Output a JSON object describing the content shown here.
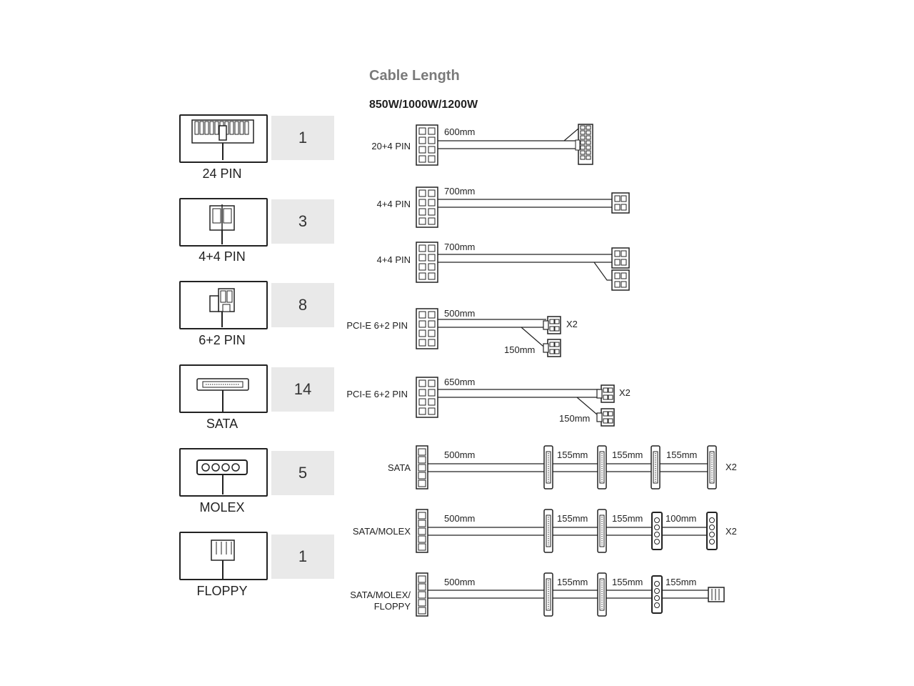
{
  "header": {
    "title": "Cable Length",
    "subtitle": "850W/1000W/1200W"
  },
  "connectors": [
    {
      "name": "24 PIN",
      "count": "1",
      "icon": "atx-24pin-icon"
    },
    {
      "name": "4+4 PIN",
      "count": "3",
      "icon": "eps-4plus4-icon"
    },
    {
      "name": "6+2 PIN",
      "count": "8",
      "icon": "pcie-6plus2-icon"
    },
    {
      "name": "SATA",
      "count": "14",
      "icon": "sata-icon"
    },
    {
      "name": "MOLEX",
      "count": "5",
      "icon": "molex-icon"
    },
    {
      "name": "FLOPPY",
      "count": "1",
      "icon": "floppy-icon"
    }
  ],
  "cables": [
    {
      "label": "20+4 PIN",
      "segments": [
        "600mm"
      ]
    },
    {
      "label": "4+4 PIN",
      "segments": [
        "700mm"
      ]
    },
    {
      "label": "4+4 PIN",
      "segments": [
        "700mm"
      ]
    },
    {
      "label": "PCI-E 6+2 PIN",
      "segments": [
        "500mm",
        "150mm"
      ],
      "multiplier": "X2"
    },
    {
      "label": "PCI-E 6+2 PIN",
      "segments": [
        "650mm",
        "150mm"
      ],
      "multiplier": "X2"
    },
    {
      "label": "SATA",
      "segments": [
        "500mm",
        "155mm",
        "155mm",
        "155mm"
      ],
      "multiplier": "X2"
    },
    {
      "label": "SATA/MOLEX",
      "segments": [
        "500mm",
        "155mm",
        "155mm",
        "100mm"
      ],
      "multiplier": "X2"
    },
    {
      "label_lines": [
        "SATA/MOLEX/",
        "FLOPPY"
      ],
      "segments": [
        "500mm",
        "155mm",
        "155mm",
        "155mm"
      ]
    }
  ]
}
